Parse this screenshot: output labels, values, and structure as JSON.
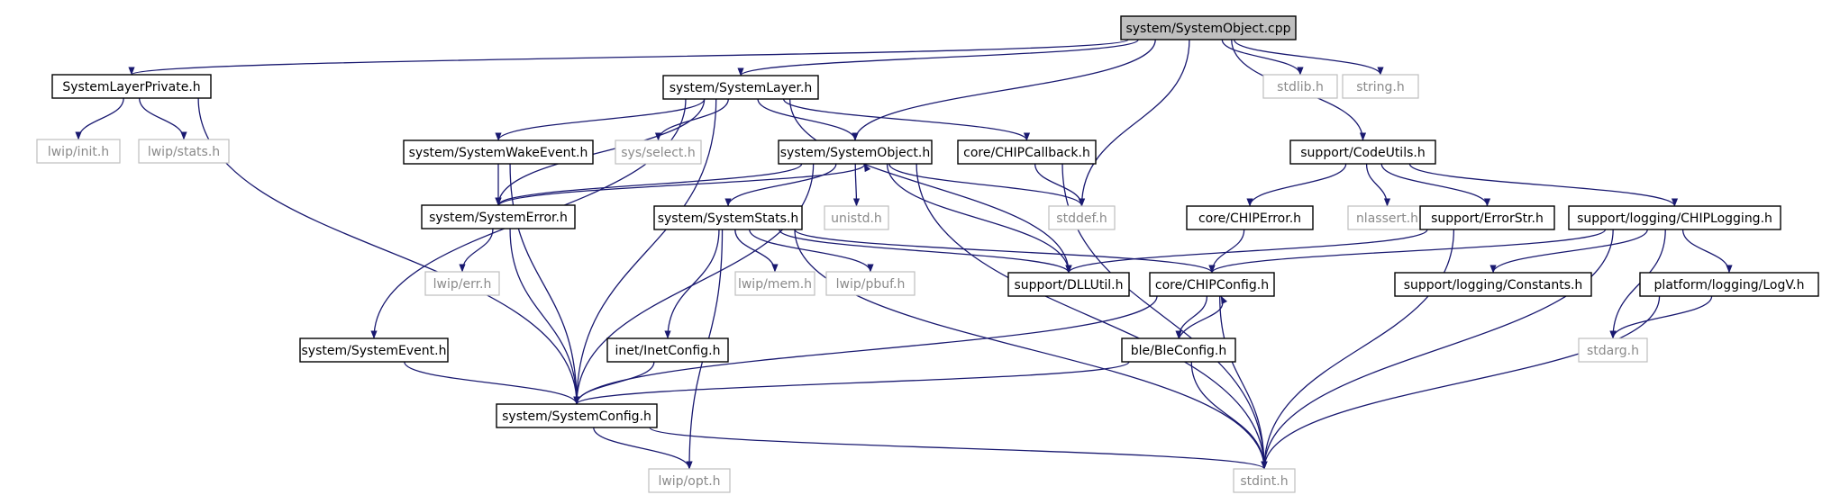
{
  "graph": {
    "edge_color": "#191970",
    "root_fill": "#bfbfbf",
    "system_border": "#bfbfbf",
    "nodes": [
      {
        "id": "root",
        "label": "system/SystemObject.cpp",
        "kind": "root"
      },
      {
        "id": "slp",
        "label": "SystemLayerPrivate.h",
        "kind": "local"
      },
      {
        "id": "sl",
        "label": "system/SystemLayer.h",
        "kind": "local"
      },
      {
        "id": "stdlib",
        "label": "stdlib.h",
        "kind": "system"
      },
      {
        "id": "string",
        "label": "string.h",
        "kind": "system"
      },
      {
        "id": "lwipinit",
        "label": "lwip/init.h",
        "kind": "system"
      },
      {
        "id": "lwipstats",
        "label": "lwip/stats.h",
        "kind": "system"
      },
      {
        "id": "swe",
        "label": "system/SystemWakeEvent.h",
        "kind": "local"
      },
      {
        "id": "sysselect",
        "label": "sys/select.h",
        "kind": "system"
      },
      {
        "id": "so",
        "label": "system/SystemObject.h",
        "kind": "local"
      },
      {
        "id": "cb",
        "label": "core/CHIPCallback.h",
        "kind": "local"
      },
      {
        "id": "cu",
        "label": "support/CodeUtils.h",
        "kind": "local"
      },
      {
        "id": "se",
        "label": "system/SystemError.h",
        "kind": "local"
      },
      {
        "id": "ss",
        "label": "system/SystemStats.h",
        "kind": "local"
      },
      {
        "id": "unistd",
        "label": "unistd.h",
        "kind": "system"
      },
      {
        "id": "stddef",
        "label": "stddef.h",
        "kind": "system"
      },
      {
        "id": "ce",
        "label": "core/CHIPError.h",
        "kind": "local"
      },
      {
        "id": "nlassert",
        "label": "nlassert.h",
        "kind": "system"
      },
      {
        "id": "es",
        "label": "support/ErrorStr.h",
        "kind": "local"
      },
      {
        "id": "log",
        "label": "support/logging/CHIPLogging.h",
        "kind": "local"
      },
      {
        "id": "lwiperr",
        "label": "lwip/err.h",
        "kind": "system"
      },
      {
        "id": "lwipmem",
        "label": "lwip/mem.h",
        "kind": "system"
      },
      {
        "id": "lwippbuf",
        "label": "lwip/pbuf.h",
        "kind": "system"
      },
      {
        "id": "dll",
        "label": "support/DLLUtil.h",
        "kind": "local"
      },
      {
        "id": "cc",
        "label": "core/CHIPConfig.h",
        "kind": "local"
      },
      {
        "id": "consts",
        "label": "support/logging/Constants.h",
        "kind": "local"
      },
      {
        "id": "logv",
        "label": "platform/logging/LogV.h",
        "kind": "local"
      },
      {
        "id": "sev",
        "label": "system/SystemEvent.h",
        "kind": "local"
      },
      {
        "id": "ic",
        "label": "inet/InetConfig.h",
        "kind": "local"
      },
      {
        "id": "ble",
        "label": "ble/BleConfig.h",
        "kind": "local"
      },
      {
        "id": "stdarg",
        "label": "stdarg.h",
        "kind": "system"
      },
      {
        "id": "scfg",
        "label": "system/SystemConfig.h",
        "kind": "local"
      },
      {
        "id": "lwipopt",
        "label": "lwip/opt.h",
        "kind": "system"
      },
      {
        "id": "stdint",
        "label": "stdint.h",
        "kind": "system"
      }
    ],
    "edges": [
      [
        "root",
        "slp"
      ],
      [
        "root",
        "sl"
      ],
      [
        "root",
        "so"
      ],
      [
        "root",
        "stddef"
      ],
      [
        "root",
        "stdlib"
      ],
      [
        "root",
        "string"
      ],
      [
        "root",
        "cu"
      ],
      [
        "slp",
        "lwipinit"
      ],
      [
        "slp",
        "lwipstats"
      ],
      [
        "slp",
        "scfg"
      ],
      [
        "sl",
        "swe"
      ],
      [
        "sl",
        "sysselect"
      ],
      [
        "sl",
        "so"
      ],
      [
        "sl",
        "cb"
      ],
      [
        "sl",
        "se"
      ],
      [
        "sl",
        "sev"
      ],
      [
        "sl",
        "scfg"
      ],
      [
        "sl",
        "dll"
      ],
      [
        "swe",
        "se"
      ],
      [
        "swe",
        "scfg"
      ],
      [
        "so",
        "se"
      ],
      [
        "so",
        "ss"
      ],
      [
        "so",
        "unistd"
      ],
      [
        "so",
        "stddef"
      ],
      [
        "so",
        "dll"
      ],
      [
        "so",
        "stdint"
      ],
      [
        "so",
        "scfg"
      ],
      [
        "cb",
        "stddef"
      ],
      [
        "cb",
        "stdint"
      ],
      [
        "cu",
        "ce"
      ],
      [
        "cu",
        "nlassert"
      ],
      [
        "cu",
        "es"
      ],
      [
        "cu",
        "log"
      ],
      [
        "se",
        "lwiperr"
      ],
      [
        "se",
        "scfg"
      ],
      [
        "se",
        "so"
      ],
      [
        "ss",
        "lwipmem"
      ],
      [
        "ss",
        "lwippbuf"
      ],
      [
        "ss",
        "dll"
      ],
      [
        "ss",
        "cc"
      ],
      [
        "ss",
        "ic"
      ],
      [
        "ss",
        "lwipopt"
      ],
      [
        "ss",
        "stdint"
      ],
      [
        "ce",
        "cc"
      ],
      [
        "es",
        "dll"
      ],
      [
        "es",
        "stdint"
      ],
      [
        "log",
        "cc"
      ],
      [
        "log",
        "consts"
      ],
      [
        "log",
        "logv"
      ],
      [
        "log",
        "stdarg"
      ],
      [
        "log",
        "stdint"
      ],
      [
        "cc",
        "ble"
      ],
      [
        "cc",
        "scfg"
      ],
      [
        "cc",
        "stdint"
      ],
      [
        "ble",
        "cc"
      ],
      [
        "ble",
        "scfg"
      ],
      [
        "ble",
        "stdint"
      ],
      [
        "logv",
        "stdarg"
      ],
      [
        "logv",
        "stdint"
      ],
      [
        "sev",
        "scfg"
      ],
      [
        "ic",
        "scfg"
      ],
      [
        "scfg",
        "lwipopt"
      ],
      [
        "scfg",
        "stdint"
      ]
    ]
  }
}
